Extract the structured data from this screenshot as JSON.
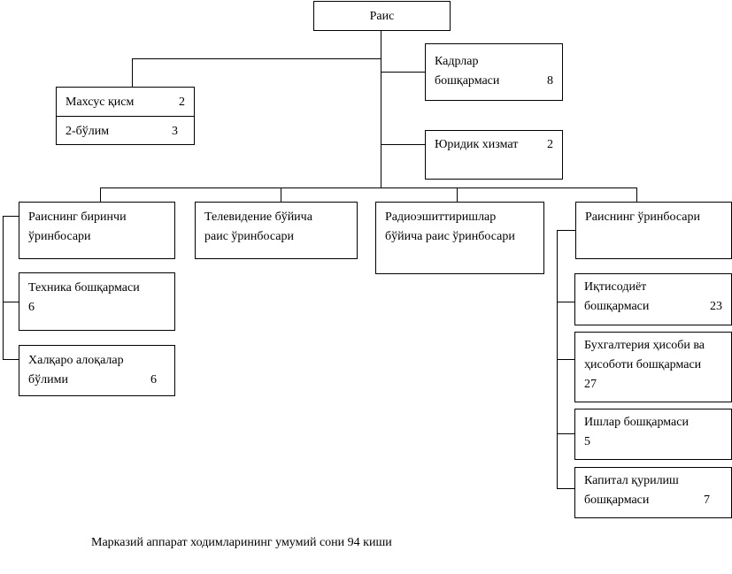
{
  "chairman": "Раис",
  "special_part": {
    "label": "Махсус қисм",
    "count": "2"
  },
  "section2": {
    "label": "2-бўлим",
    "count": "3"
  },
  "personnel": {
    "line1": "Кадрлар",
    "line2": "бошқармаси",
    "count": "8"
  },
  "legal": {
    "label": "Юридик хизмат",
    "count": "2"
  },
  "first_deputy": {
    "line1": "Раиснинг биринчи",
    "line2": "ўринбосари"
  },
  "tv_deputy": {
    "line1": "Телевидение бўйича",
    "line2": "раис ўринбосари"
  },
  "radio_deputy": {
    "line1": "Радиоэшиттиришлар",
    "line2": "бўйича раис ўринбосари"
  },
  "deputy": {
    "line1": "Раиснинг ўринбосари"
  },
  "technical": {
    "line1": "Техника бошқармаси",
    "count": "6"
  },
  "international": {
    "line1": "Халқаро алоқалар",
    "line2": "бўлими",
    "count": "6"
  },
  "economics": {
    "line1": "Иқтисодиёт",
    "line2": "бошқармаси",
    "count": "23"
  },
  "accounting": {
    "line1": "Бухгалтерия ҳисоби ва",
    "line2": "ҳисоботи бошқармаси",
    "count": "27"
  },
  "affairs": {
    "line1": "Ишлар бошқармаси",
    "count": "5"
  },
  "construction": {
    "line1": "Капитал қурилиш",
    "line2": "бошқармаси",
    "count": "7"
  },
  "footer": "Марказий аппарат ходимларининг умумий сони 94 киши"
}
